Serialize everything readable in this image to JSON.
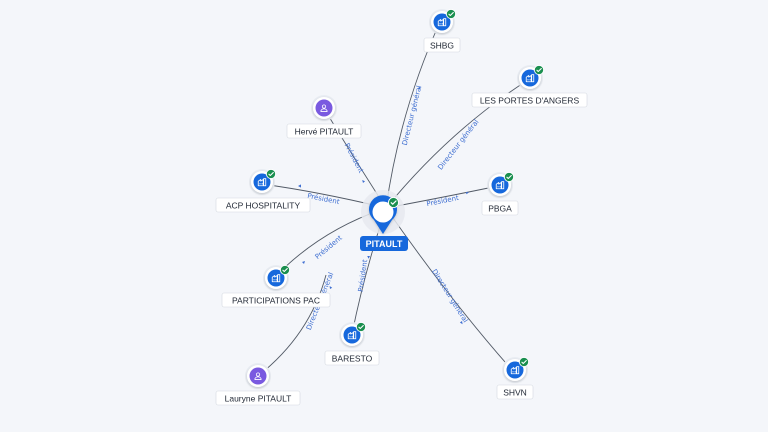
{
  "graph": {
    "center": {
      "id": "pitault",
      "label": "PITAULT",
      "type": "company"
    },
    "nodes": [
      {
        "id": "shbg",
        "label": "SHBG",
        "type": "company",
        "verified": true
      },
      {
        "id": "portes",
        "label": "LES PORTES D'ANGERS",
        "type": "company",
        "verified": true
      },
      {
        "id": "pbga",
        "label": "PBGA",
        "type": "company",
        "verified": true
      },
      {
        "id": "shvn",
        "label": "SHVN",
        "type": "company",
        "verified": true
      },
      {
        "id": "baresto",
        "label": "BARESTO",
        "type": "company",
        "verified": true
      },
      {
        "id": "participations",
        "label": "PARTICIPATIONS PAC",
        "type": "company",
        "verified": true
      },
      {
        "id": "acp",
        "label": "ACP HOSPITALITY",
        "type": "company",
        "verified": true
      },
      {
        "id": "herve",
        "label": "Hervé PITAULT",
        "type": "person",
        "verified": false
      },
      {
        "id": "lauryne",
        "label": "Lauryne PITAULT",
        "type": "person",
        "verified": false
      }
    ],
    "edges": [
      {
        "from": "pitault",
        "to": "shbg",
        "label": "Directeur général"
      },
      {
        "from": "pitault",
        "to": "portes",
        "label": "Directeur général"
      },
      {
        "from": "pitault",
        "to": "pbga",
        "label": "Président"
      },
      {
        "from": "pitault",
        "to": "shvn",
        "label": "Directeur général"
      },
      {
        "from": "pitault",
        "to": "baresto",
        "label": "Président"
      },
      {
        "from": "pitault",
        "to": "participations",
        "label": "Président"
      },
      {
        "from": "pitault",
        "to": "acp",
        "label": "Président"
      },
      {
        "from": "herve",
        "to": "pitault",
        "label": "Président"
      },
      {
        "from": "lauryne",
        "to": "participations",
        "label": "Directeur général"
      }
    ]
  },
  "icons": {
    "company": "building-icon",
    "person": "person-icon",
    "verified": "check-badge-icon",
    "center": "map-pin-icon"
  },
  "colors": {
    "company": "#1668dc",
    "person": "#7a5ae0",
    "verified": "#1a8f4f",
    "edge": "#525a66",
    "edge_label": "#3f6fd1",
    "background": "#f4f6fa"
  }
}
